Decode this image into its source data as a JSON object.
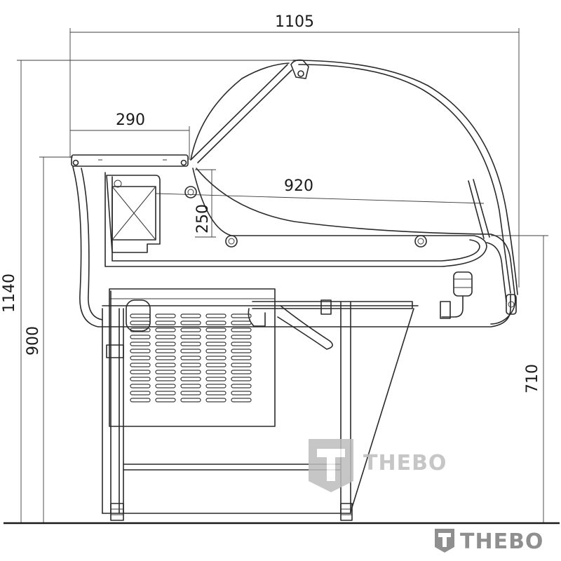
{
  "dimensions": {
    "overall_width": "1105",
    "shelf_width": "290",
    "inner_width": "920",
    "inner_height": "250",
    "total_height": "1140",
    "counter_height": "900",
    "deck_height": "710"
  },
  "watermark": {
    "brand": "THEBO",
    "color": "#b7b7b7",
    "dark_color": "#8a8a8a"
  },
  "colors": {
    "line": "#2a2a2a",
    "background": "#ffffff"
  }
}
